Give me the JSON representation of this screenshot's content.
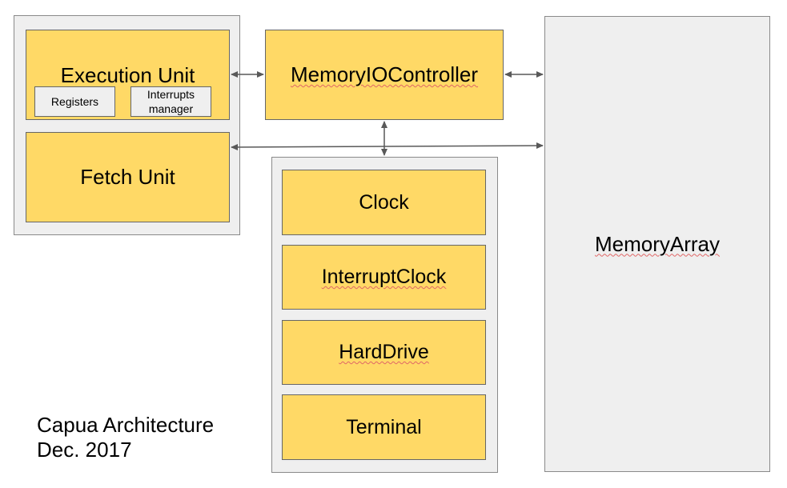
{
  "blocks": {
    "execution_unit": "Execution Unit",
    "registers": "Registers",
    "interrupts_manager": "Interrupts manager",
    "fetch_unit": "Fetch Unit",
    "memory_io_controller": "MemoryIOController",
    "clock": "Clock",
    "interrupt_clock": "InterruptClock",
    "hard_drive": "HardDrive",
    "terminal": "Terminal",
    "memory_array": "MemoryArray"
  },
  "caption": {
    "line1": "Capua Architecture",
    "line2": "Dec. 2017"
  },
  "colors": {
    "block_fill": "#ffd966",
    "container_fill": "#efefef",
    "arrow": "#595959"
  }
}
